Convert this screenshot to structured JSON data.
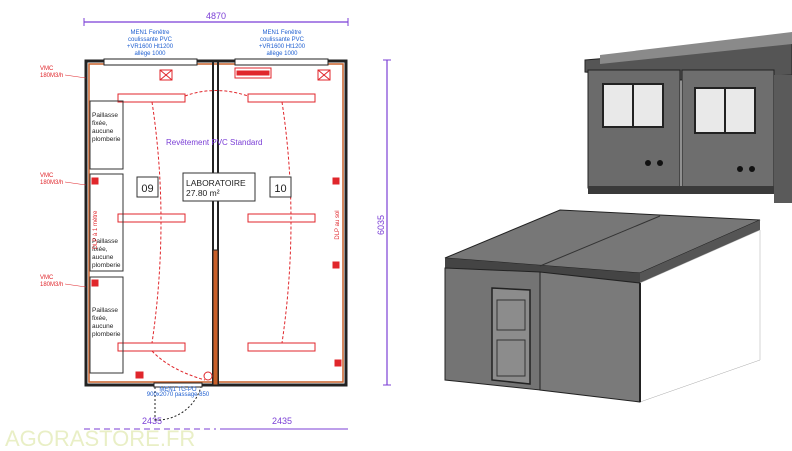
{
  "plan": {
    "overall_width": "4870",
    "overall_depth": "6035",
    "module_widths": [
      "2435",
      "2435"
    ],
    "windows": [
      {
        "lines": [
          "MEN1 Fenêtre",
          "coulissante PVC",
          "+VR1600 Ht1200",
          "allège 1000"
        ]
      },
      {
        "lines": [
          "MEN1 Fenêtre",
          "coulissante PVC",
          "+VR1600 Ht1200",
          "allège 1000"
        ]
      }
    ],
    "vmc_labels": [
      {
        "lines": [
          "VMC",
          "180M3/h"
        ]
      },
      {
        "lines": [
          "VMC",
          "180M3/h"
        ]
      },
      {
        "lines": [
          "VMC",
          "180M3/h"
        ]
      }
    ],
    "benches": [
      {
        "lines": [
          "Paillasse",
          "fixée,",
          "aucune",
          "plomberie"
        ]
      },
      {
        "lines": [
          "Paillasse",
          "fixée,",
          "aucune",
          "plomberie"
        ]
      },
      {
        "lines": [
          "Paillasse",
          "fixée,",
          "aucune",
          "plomberie"
        ]
      }
    ],
    "floor_finish": "Revêtement PVC Standard",
    "room_name": "LABORATOIRE",
    "room_area": "27.80 m²",
    "module_numbers": [
      "09",
      "10"
    ],
    "side_labels": [
      "DLP à 1 mètre",
      "DLP au sol"
    ],
    "door_lines": [
      "MEN1 TG-PO",
      "900x2070 passage 850"
    ]
  },
  "watermark": "AGORASTORE.FR",
  "colors": {
    "dimension": "#7b3fd6",
    "electrical": "#e0262b",
    "annotation": "#1f5fd0",
    "wall": "#c9602a",
    "module": "#6b6b6b"
  }
}
